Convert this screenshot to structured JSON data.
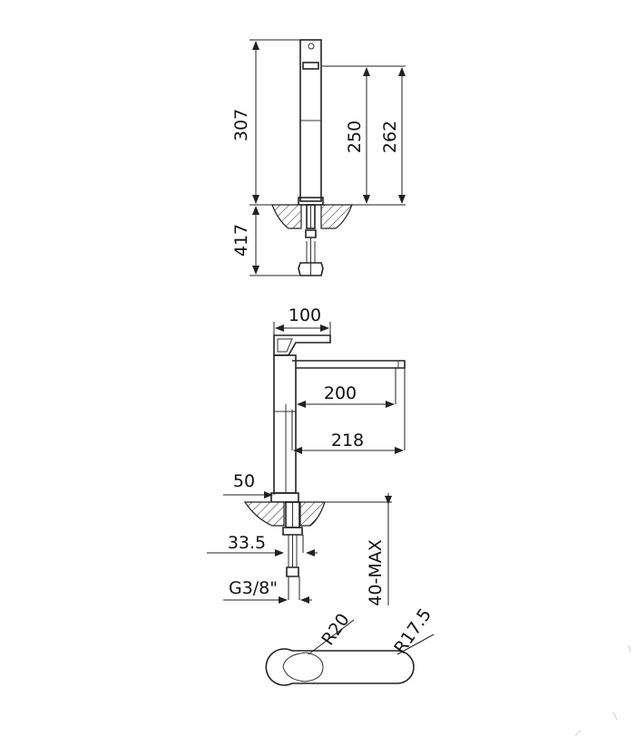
{
  "dimensions": {
    "front_total_height": "307",
    "front_spout_height": "250",
    "front_handle_height": "262",
    "front_below_deck": "417",
    "side_handle_width": "100",
    "side_spout_reach": "200",
    "side_total_reach": "218",
    "side_body_diameter": "50",
    "side_shank_diameter": "33.5",
    "side_thread": "G3/8\"",
    "side_deck_thickness": "40-MAX",
    "plan_radius_body": "R20",
    "plan_radius_spout": "R17.5"
  }
}
